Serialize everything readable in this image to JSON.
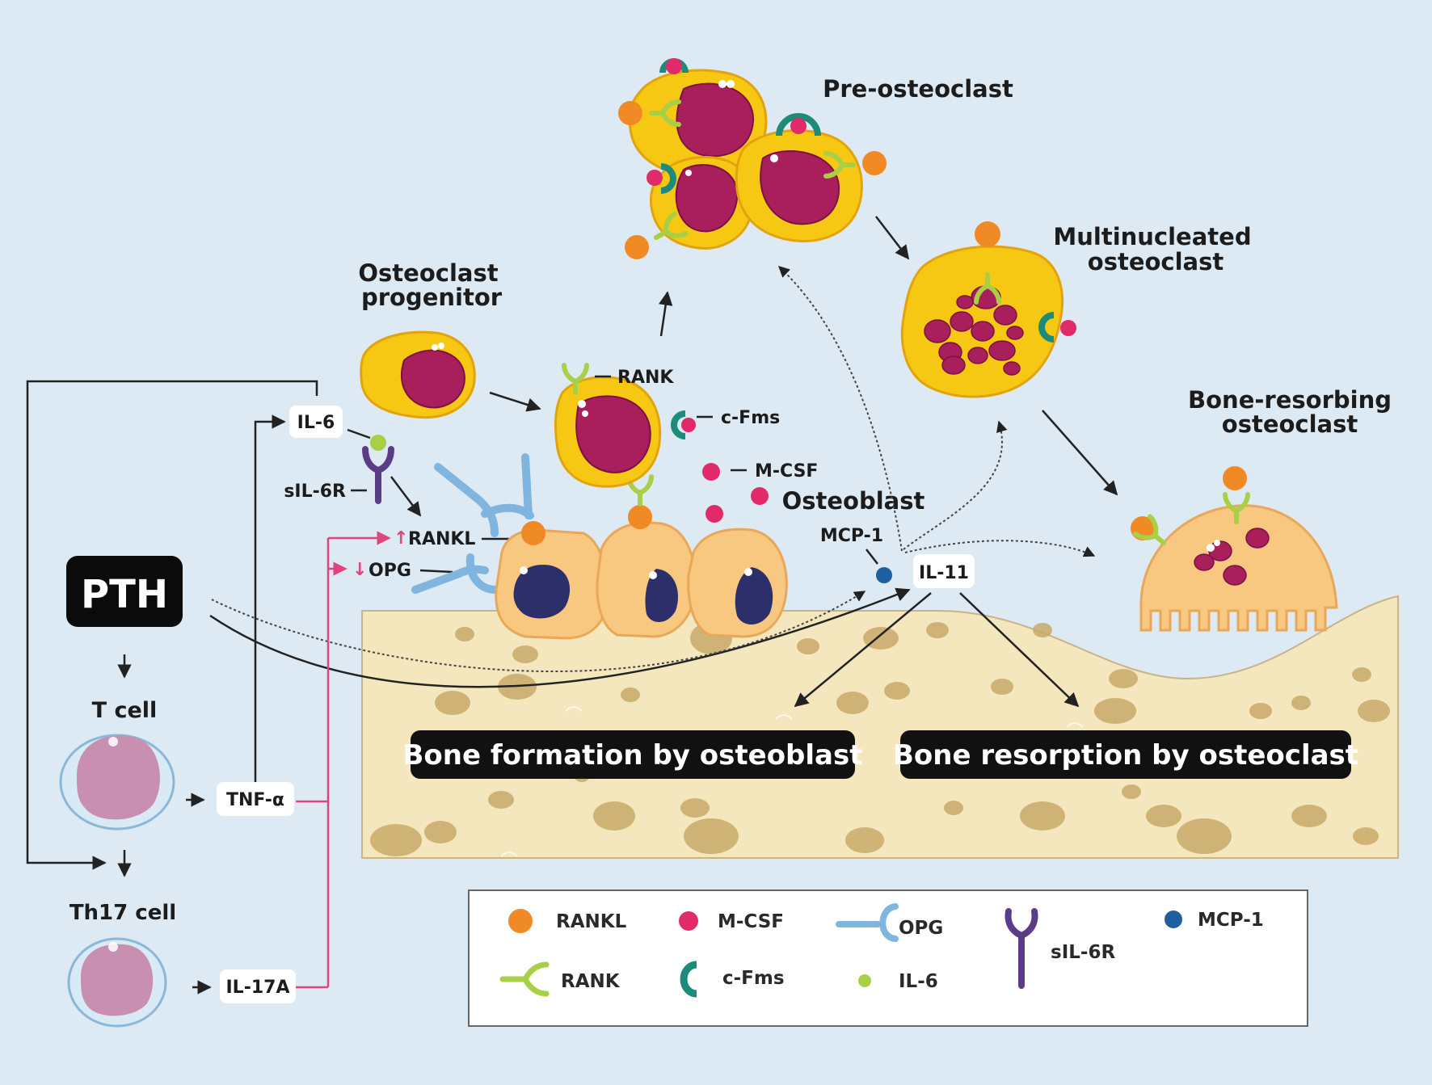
{
  "cells": {
    "pre_osteoclast": "Pre-osteoclast",
    "multinucleated_line1": "Multinucleated",
    "multinucleated_line2": "osteoclast",
    "progenitor_line1": "Osteoclast",
    "progenitor_line2": "progenitor",
    "bone_resorbing_line1": "Bone-resorbing",
    "bone_resorbing_line2": "osteoclast",
    "osteoblast": "Osteoblast",
    "t_cell": "T cell",
    "th17_cell": "Th17 cell"
  },
  "hormone": "PTH",
  "cytokine_boxes": {
    "il6": "IL-6",
    "il11": "IL-11",
    "tnf": "TNF-α",
    "il17a": "IL-17A"
  },
  "markers": {
    "rank": "RANK",
    "cfms": "c-Fms",
    "mcsf": "M-CSF",
    "sil6r": "sIL-6R",
    "rankl": "RANKL",
    "opg": "OPG",
    "mcp1": "MCP-1",
    "up_arrow": "↑",
    "down_arrow": "↓"
  },
  "processes": {
    "formation": "Bone formation by osteoblast",
    "resorption": "Bone resorption by osteoclast"
  },
  "legend": [
    {
      "symbol": "rankl-dot",
      "label": "RANKL",
      "color": "#f08a24"
    },
    {
      "symbol": "mcsf-dot",
      "label": "M-CSF",
      "color": "#e02a6a"
    },
    {
      "symbol": "opg-receptor",
      "label": "OPG",
      "color": "#7fb5de"
    },
    {
      "symbol": "sil6r-receptor",
      "label": "sIL-6R",
      "color": "#5a3d86"
    },
    {
      "symbol": "mcp1-dot",
      "label": "MCP-1",
      "color": "#1f5fa0"
    },
    {
      "symbol": "rank-receptor",
      "label": "RANK",
      "color": "#a8cf45"
    },
    {
      "symbol": "cfms-receptor",
      "label": "c-Fms",
      "color": "#1d8a7a"
    },
    {
      "symbol": "il6-dot",
      "label": "IL-6",
      "color": "#a8cf45"
    }
  ],
  "colors": {
    "background": "#dde9f3",
    "bone": "#f4e6bd",
    "cell_outer": "#f6c814",
    "nucleus": "#a81f5c",
    "osteoblast": "#f8c880",
    "osteoblast_nucleus": "#2d2f6b",
    "lymphocyte": "#c98fb0",
    "pink_line": "#e0457e"
  },
  "icons": {
    "pth": "black-rounded-box",
    "arrows": "arrow-icon"
  }
}
